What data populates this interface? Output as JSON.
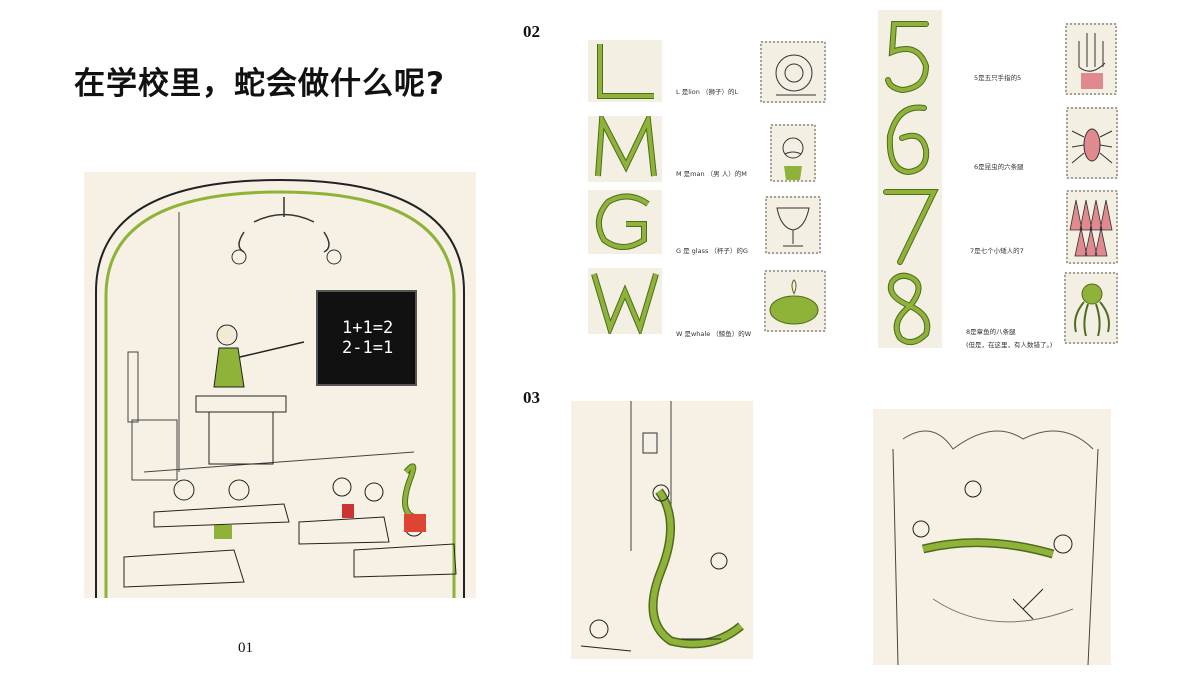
{
  "title": "在学校里，蛇会做什么呢?",
  "labels": {
    "section2": "02",
    "section3": "03",
    "caption1": "01"
  },
  "board": {
    "line1": "1+1=2",
    "line2": "2-1=1"
  },
  "letters": [
    {
      "glyph": "L",
      "caption": "L 是lion （狮子）的L"
    },
    {
      "glyph": "M",
      "caption": "M 是man （男 人）的M"
    },
    {
      "glyph": "G",
      "caption": "G 是 glass （杯子）的G"
    },
    {
      "glyph": "W",
      "caption": "W 是whale （鲸鱼）的W"
    }
  ],
  "numbers": [
    {
      "glyph": "5",
      "caption": "5是五只手指的5"
    },
    {
      "glyph": "6",
      "caption": "6是昆虫的六条腿"
    },
    {
      "glyph": "7",
      "caption": "7是七个小矮人的7"
    },
    {
      "glyph": "8",
      "caption": "8是章鱼的八条腿",
      "caption2": "(但是，在这里，有人数错了。)"
    }
  ],
  "colors": {
    "snake": "#8fb339",
    "snake_dark": "#4f6b1f",
    "paper": "#f6f1e4",
    "ink": "#222222",
    "pink": "#e08a90"
  },
  "icons": [
    "lion-illustration",
    "man-illustration",
    "glass-illustration",
    "whale-illustration",
    "hand-illustration",
    "insect-illustration",
    "dwarfs-illustration",
    "octopus-illustration"
  ]
}
